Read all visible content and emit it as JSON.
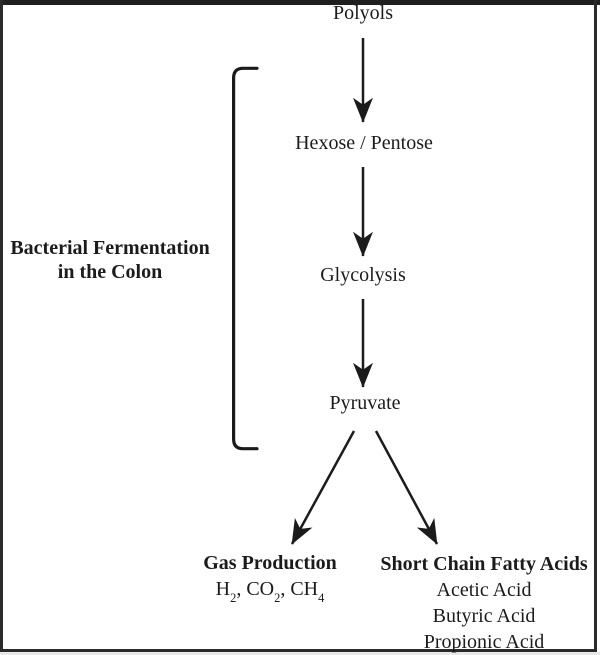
{
  "colors": {
    "ink": "#1b1b1b",
    "background": "#ffffff"
  },
  "pathway": {
    "bracket_label": {
      "line1": "Bacterial Fermentation",
      "line2": "in the Colon"
    },
    "nodes": {
      "polyols": "Polyols",
      "hexose_pentose": "Hexose / Pentose",
      "glycolysis": "Glycolysis",
      "pyruvate": "Pyruvate"
    },
    "outcomes": {
      "gas": {
        "title": "Gas Production",
        "formula_parts": {
          "f0": "H",
          "f1": "2",
          "f2": ", CO",
          "f3": "2",
          "f4": ", CH",
          "f5": "4"
        }
      },
      "scfa": {
        "title": "Short Chain Fatty Acids",
        "items": [
          "Acetic Acid",
          "Butyric Acid",
          "Propionic Acid"
        ]
      }
    }
  }
}
